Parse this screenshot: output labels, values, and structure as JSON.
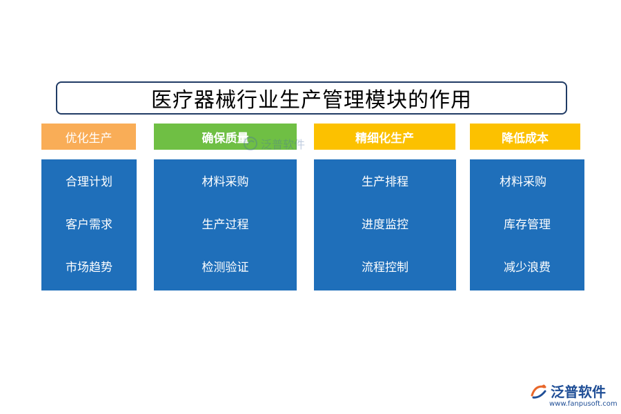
{
  "title": "医疗器械行业生产管理模块的作用",
  "columns": [
    {
      "header": "优化生产",
      "header_color": "#f9ad57",
      "items": [
        "合理计划",
        "客户需求",
        "市场趋势"
      ]
    },
    {
      "header": "确保质量",
      "header_color": "#6fbf44",
      "items": [
        "材料采购",
        "生产过程",
        "检测验证"
      ]
    },
    {
      "header": "精细化生产",
      "header_color": "#fcc100",
      "items": [
        "生产排程",
        "进度监控",
        "流程控制"
      ]
    },
    {
      "header": "降低成本",
      "header_color": "#fcc100",
      "items": [
        "材料采购",
        "库存管理",
        "减少浪费"
      ]
    }
  ],
  "body_color": "#1f6fba",
  "watermark": {
    "text": "泛普软件"
  },
  "logo": {
    "text": "泛普软件",
    "url": "www.fanpusoft.com"
  }
}
